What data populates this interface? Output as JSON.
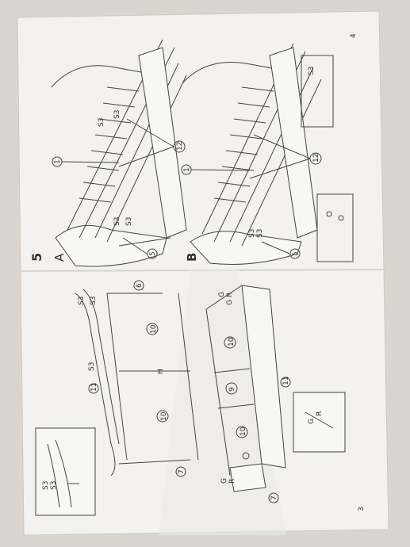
{
  "pages": {
    "left_number": "3",
    "right_number": "4"
  },
  "step": {
    "number": "5",
    "variant_a": "A",
    "variant_b": "B"
  },
  "part_labels": {
    "p1": "1",
    "p5": "5",
    "p6": "6",
    "p7": "7",
    "p9": "9",
    "p10": "10",
    "p11": "11",
    "p12": "12"
  },
  "hardware_labels": {
    "s3": "S3",
    "h": "H",
    "g": "G",
    "r": "R"
  }
}
